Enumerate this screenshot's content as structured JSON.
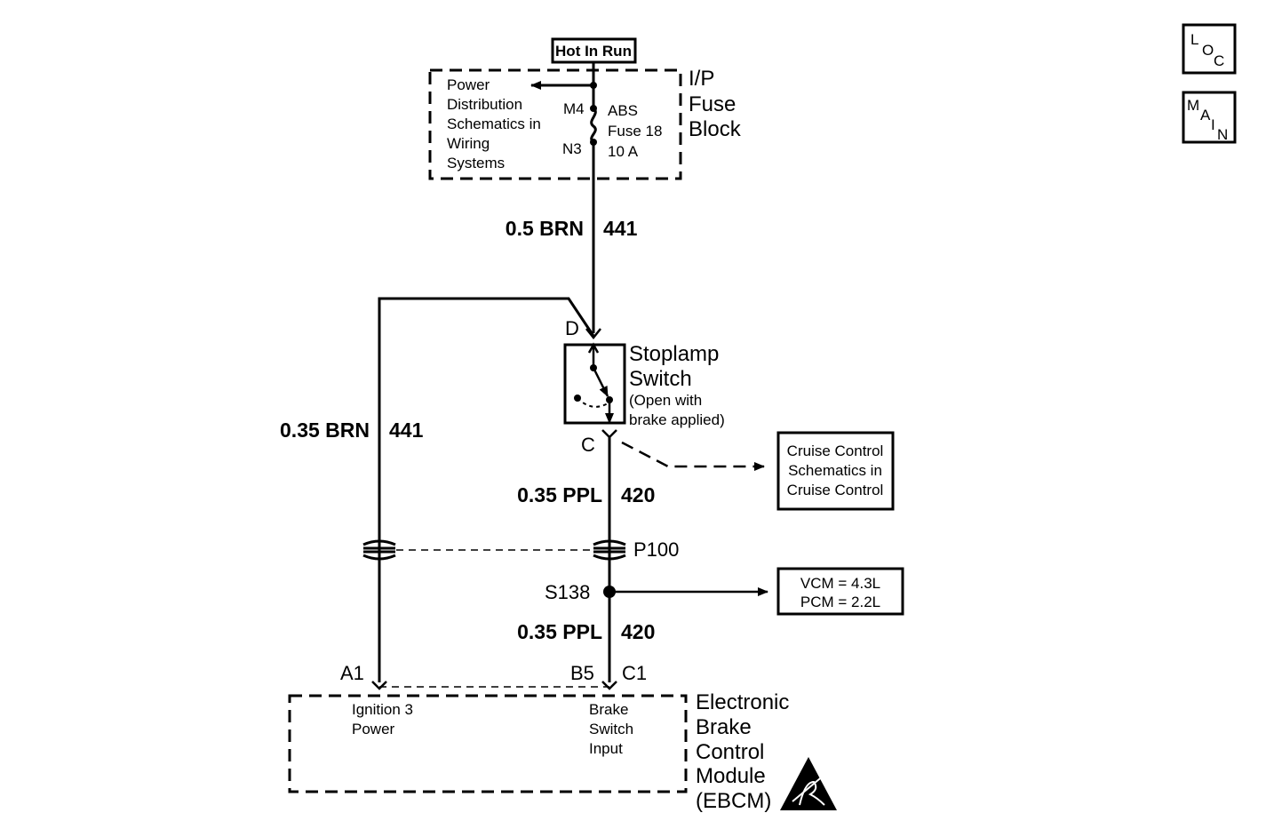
{
  "hot_in_run": "Hot In Run",
  "fuse_block": {
    "label_line1": "I/P",
    "label_line2": "Fuse",
    "label_line3": "Block",
    "power_dist": [
      "Power",
      "Distribution",
      "Schematics in",
      "Wiring",
      "Systems"
    ],
    "pin_in": "M4",
    "pin_out": "N3",
    "fuse_line1": "ABS",
    "fuse_line2": "Fuse 18",
    "fuse_line3": "10 A"
  },
  "wires": {
    "top_gauge": "0.5 BRN",
    "top_circuit": "441",
    "left_gauge": "0.35 BRN",
    "left_circuit": "441",
    "mid_gauge": "0.35 PPL",
    "mid_circuit": "420",
    "low_gauge": "0.35 PPL",
    "low_circuit": "420"
  },
  "stoplamp": {
    "title1": "Stoplamp",
    "title2": "Switch",
    "note1": "(Open with",
    "note2": "brake applied)",
    "terminal_in": "D",
    "terminal_out": "C"
  },
  "cruise_ref": [
    "Cruise Control",
    "Schematics in",
    "Cruise Control"
  ],
  "connector": "P100",
  "splice": "S138",
  "vcm_ref": [
    "VCM = 4.3L",
    "PCM = 2.2L"
  ],
  "ebcm": {
    "pin_a": "A1",
    "pin_b": "B5",
    "pin_c": "C1",
    "input_a": [
      "Ignition 3",
      "Power"
    ],
    "input_b": [
      "Brake",
      "Switch",
      "Input"
    ],
    "title": [
      "Electronic",
      "Brake",
      "Control",
      "Module",
      "(EBCM)"
    ]
  },
  "nav": {
    "loc": {
      "l": "L",
      "o": "O",
      "c": "C"
    },
    "main": {
      "m": "M",
      "a": "A",
      "i": "I",
      "n": "N"
    }
  }
}
